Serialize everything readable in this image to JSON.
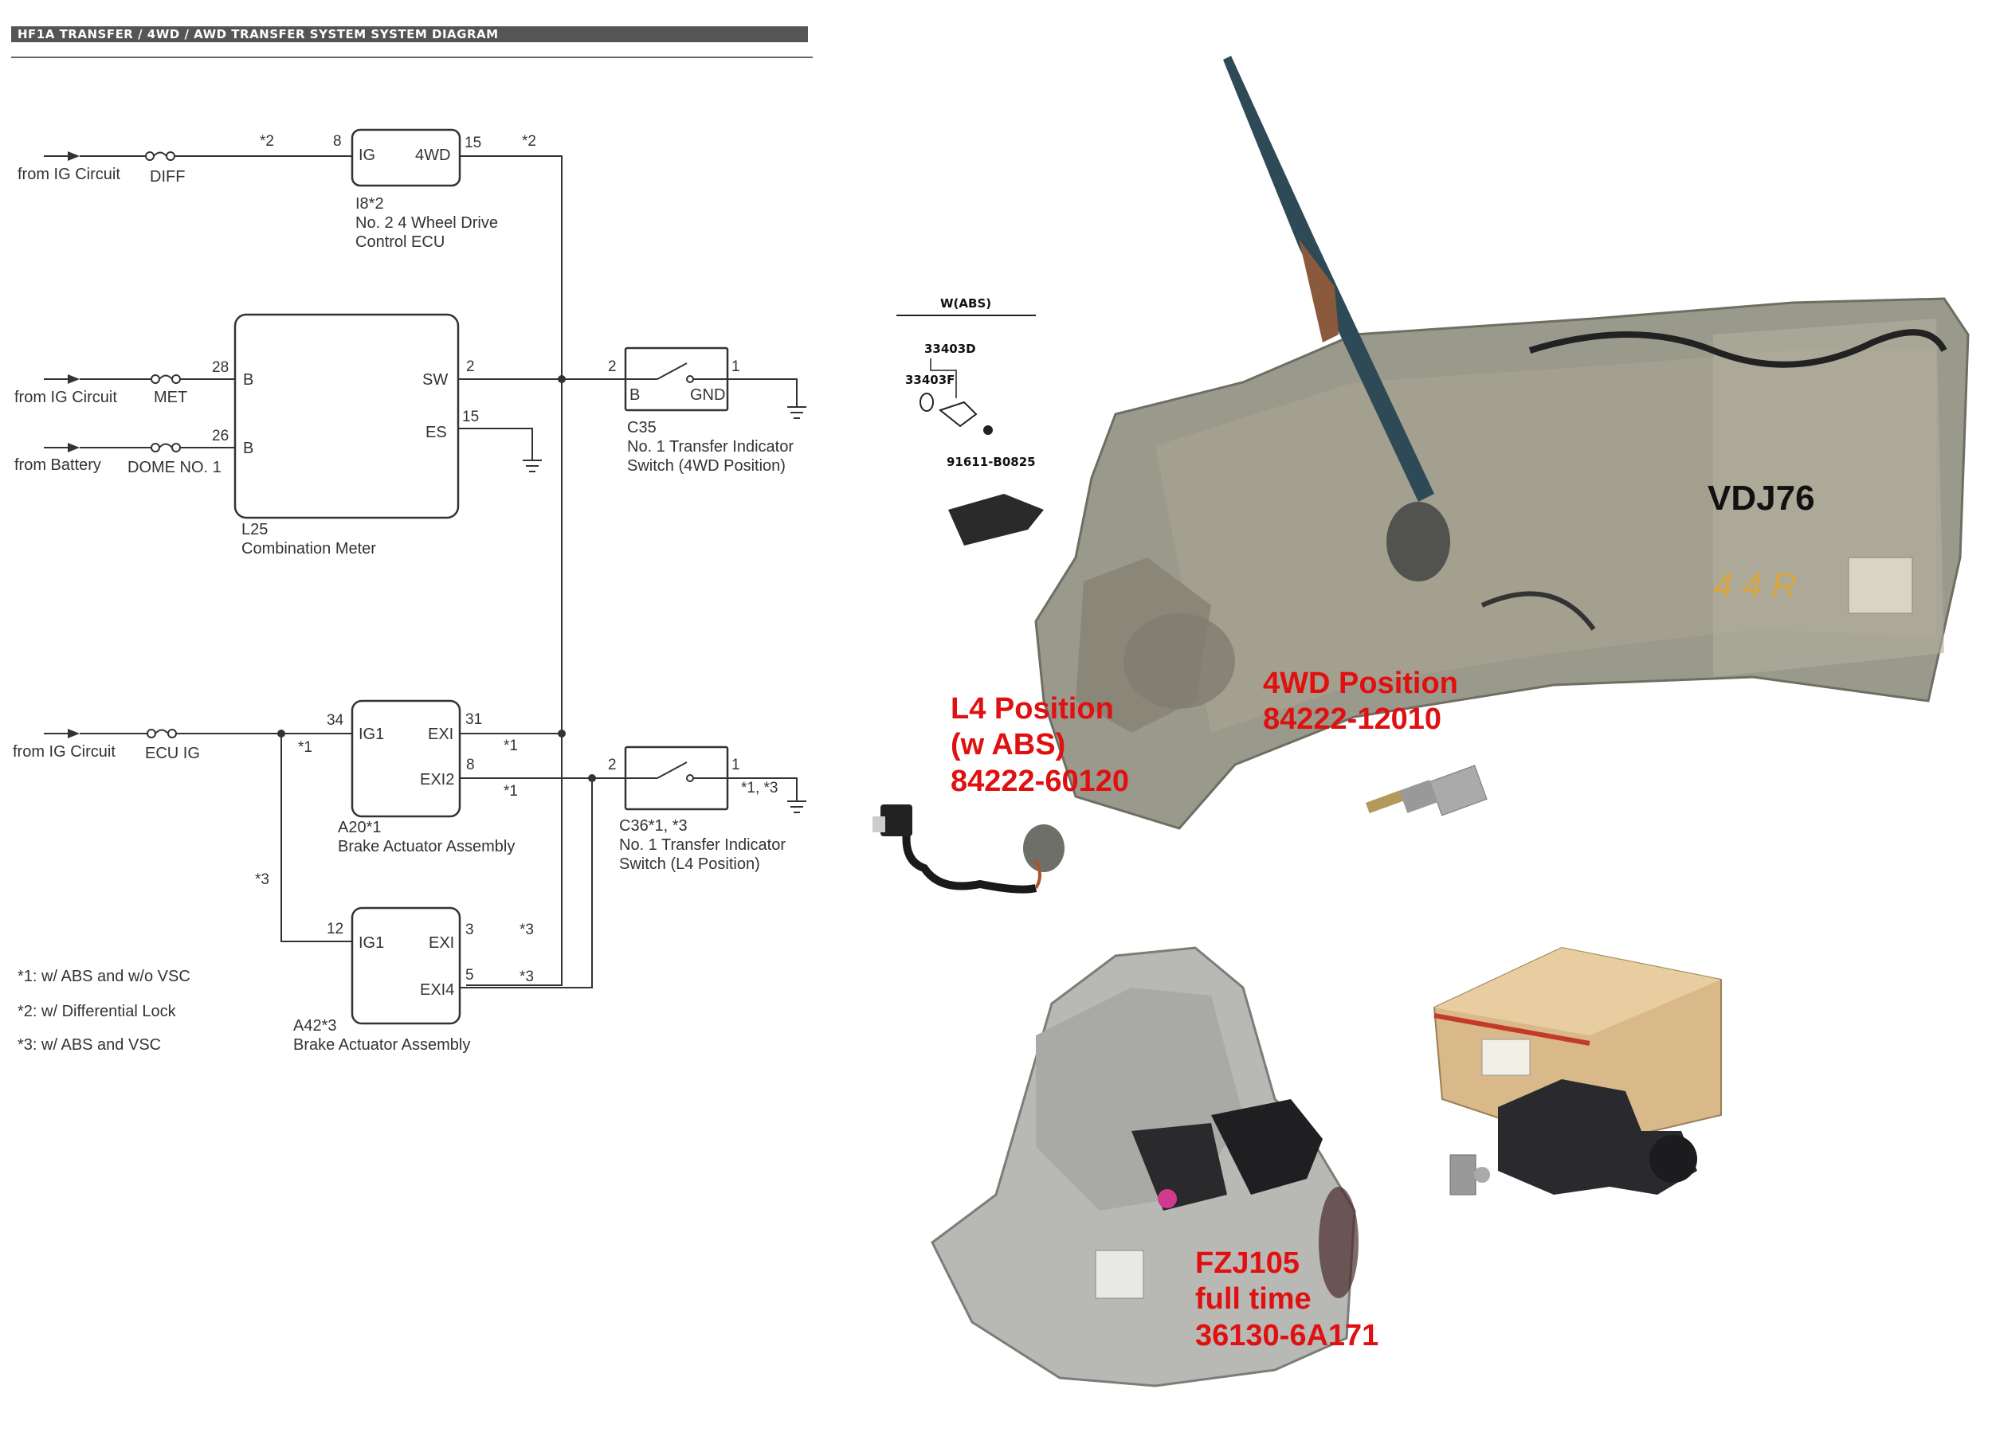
{
  "header": {
    "title": "HF1A TRANSFER / 4WD / AWD  TRANSFER SYSTEM  SYSTEM DIAGRAM"
  },
  "sources": {
    "ig1": "from IG Circuit",
    "ig2": "from IG Circuit",
    "battery": "from Battery",
    "ig3": "from IG Circuit"
  },
  "fuses": {
    "diff": "DIFF",
    "met": "MET",
    "dome": "DOME NO. 1",
    "ecuig": "ECU IG"
  },
  "ecu4wd": {
    "pin_in": "8",
    "pin_out": "15",
    "label_in": "IG",
    "label_out": "4WD",
    "id": "I8*2",
    "name1": "No. 2 4 Wheel Drive",
    "name2": "Control ECU",
    "note_in": "*2",
    "note_out": "*2"
  },
  "meter": {
    "pin_b1": "28",
    "pin_b2": "26",
    "label_b1": "B",
    "label_b2": "B",
    "pin_sw": "2",
    "label_sw": "SW",
    "pin_es": "15",
    "label_es": "ES",
    "id": "L25",
    "name": "Combination Meter"
  },
  "c35": {
    "pin_b": "2",
    "pin_gnd": "1",
    "label_b": "B",
    "label_gnd": "GND",
    "id": "C35",
    "name1": "No. 1 Transfer Indicator",
    "name2": "Switch (4WD Position)"
  },
  "a20": {
    "pin_ig1": "34",
    "label_ig1": "IG1",
    "pin_exi": "31",
    "label_exi": "EXI",
    "pin_exi2": "8",
    "label_exi2": "EXI2",
    "id": "A20*1",
    "name": "Brake Actuator Assembly",
    "note_in": "*1",
    "note_exi": "*1",
    "note_exi2": "*1"
  },
  "c36": {
    "pin_in": "2",
    "pin_out": "1",
    "note_out": "*1, *3",
    "id": "C36*1, *3",
    "name1": "No. 1 Transfer Indicator",
    "name2": "Switch (L4 Position)"
  },
  "a42": {
    "pin_ig1": "12",
    "label_ig1": "IG1",
    "pin_exi": "3",
    "label_exi": "EXI",
    "pin_exi4": "5",
    "label_exi4": "EXI4",
    "id": "A42*3",
    "name": "Brake Actuator Assembly",
    "note_branch": "*3",
    "note_exi": "*3",
    "note_exi4": "*3"
  },
  "footnotes": [
    "*1: w/ ABS and w/o VSC",
    "*2: w/ Differential Lock",
    "*3: w/ ABS and VSC"
  ],
  "photos": {
    "vdj76": "VDJ76",
    "l4_line1": "L4 Position",
    "l4_line2": "(w ABS)",
    "l4_part": "84222-60120",
    "wd_line1": "4WD Position",
    "wd_part": "84222-12010",
    "fzj_line1": "FZJ105",
    "fzj_line2": "full time",
    "fzj_part": "36130-6A171",
    "inset_title": "W(ABS)",
    "inset_p1": "33403D",
    "inset_p2": "33403F",
    "inset_p3": "91611-B0825"
  }
}
